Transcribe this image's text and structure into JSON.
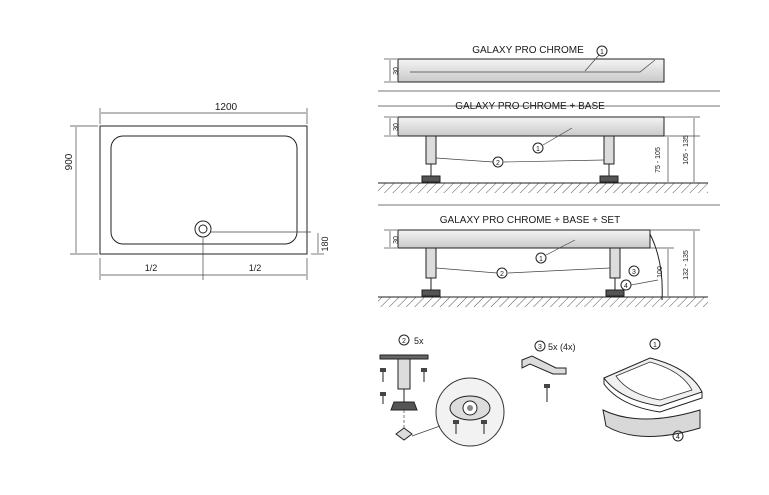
{
  "plan": {
    "width": "1200",
    "depth": "900",
    "drain_offset": "180",
    "half_left": "1/2",
    "half_right": "1/2"
  },
  "variant1": {
    "title": "GALAXY PRO CHROME",
    "thickness": "30",
    "callout": "1"
  },
  "variant2": {
    "title": "GALAXY PRO CHROME + BASE",
    "thickness": "30",
    "callout_tray": "1",
    "callout_leg": "2",
    "leg_height": "75 - 105",
    "total_height": "105 - 135"
  },
  "variant3": {
    "title": "GALAXY PRO CHROME + BASE + SET",
    "thickness": "30",
    "callout_tray": "1",
    "callout_leg": "2",
    "callout_bracket": "3",
    "callout_panel": "4",
    "panel_height": "100",
    "total_height": "132 - 135"
  },
  "parts": {
    "legs": {
      "number": "2",
      "qty": "5x"
    },
    "brackets": {
      "number": "3",
      "qty": "5x (4x)"
    },
    "tray": {
      "number": "1"
    },
    "panel": {
      "number": "4"
    }
  }
}
